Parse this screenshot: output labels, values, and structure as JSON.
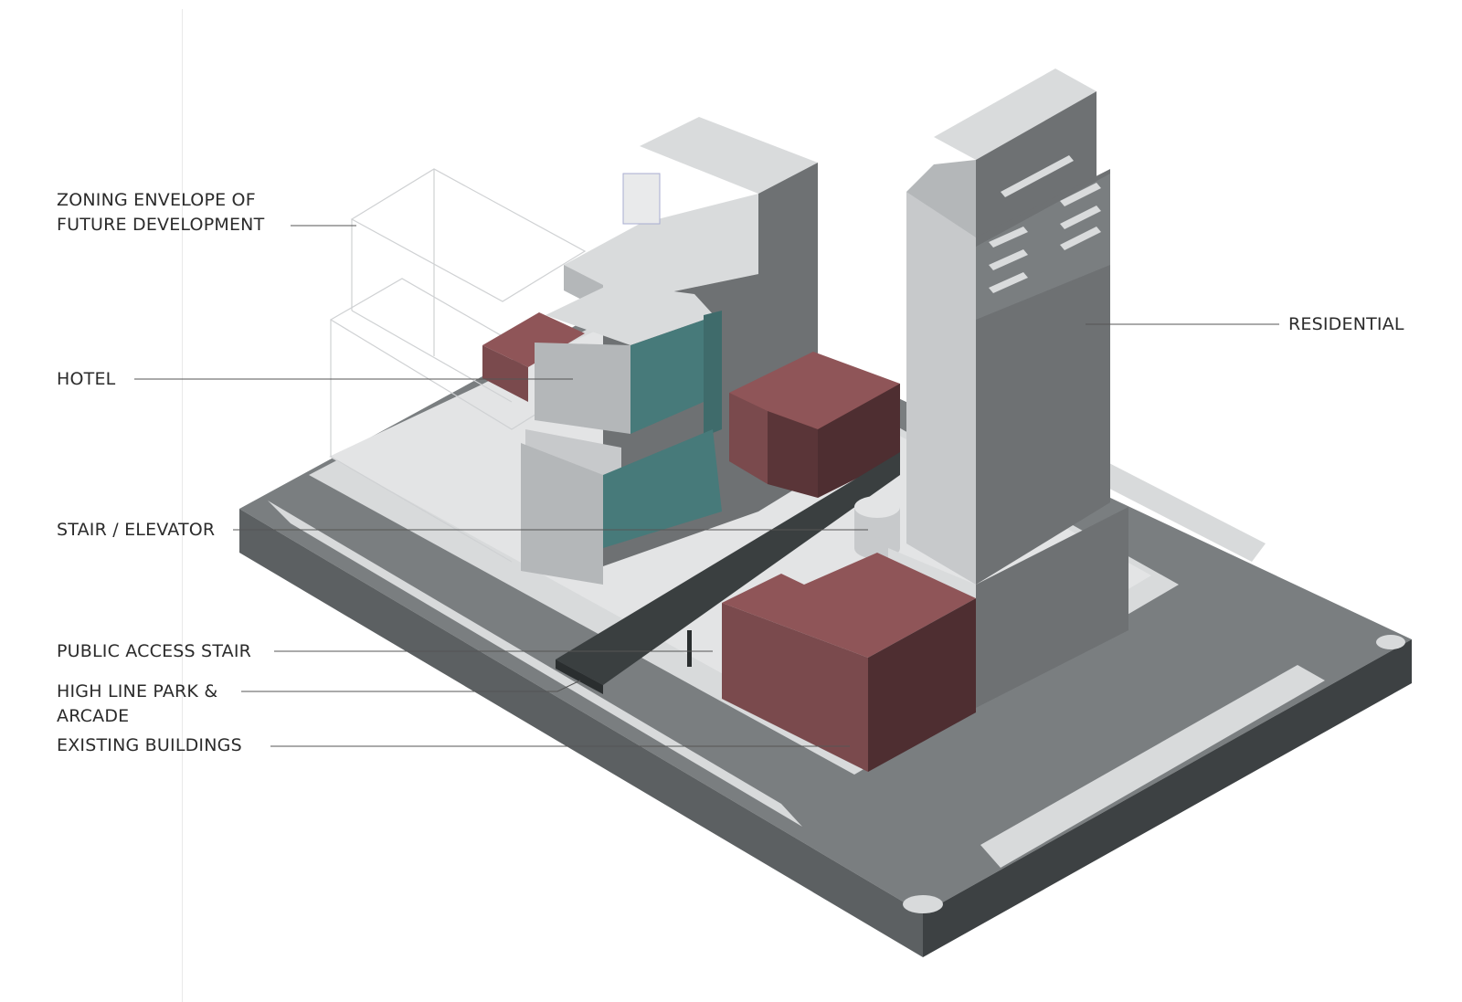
{
  "labels": {
    "zoning_envelope_line1": "ZONING ENVELOPE OF",
    "zoning_envelope_line2": "FUTURE DEVELOPMENT",
    "hotel": "HOTEL",
    "stair_elevator": "STAIR / ELEVATOR",
    "public_access_stair": "PUBLIC ACCESS STAIR",
    "high_line_line1": "HIGH LINE PARK &",
    "high_line_line2": "ARCADE",
    "existing_buildings": "EXISTING BUILDINGS",
    "residential": "RESIDENTIAL"
  },
  "colors": {
    "existing_buildings": "#8f5558",
    "hotel_glass": "#477a7a",
    "high_line": "#3a3f40",
    "street": "#7a7e80",
    "sidewalk": "#d8dadb",
    "massing_light": "#d9dbdc",
    "massing_mid": "#b4b7b9",
    "massing_dark": "#6e7173"
  }
}
